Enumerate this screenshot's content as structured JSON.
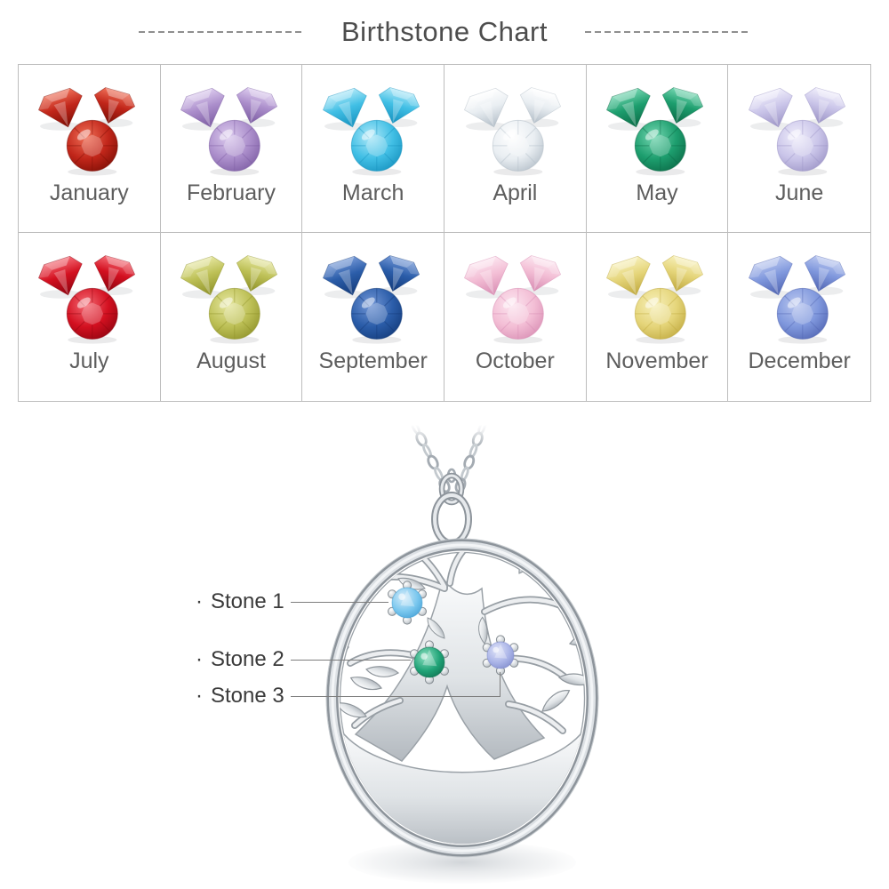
{
  "title": "Birthstone Chart",
  "decoration": {
    "dash_color": "#8f8f8f"
  },
  "birthstone_table": {
    "months": [
      {
        "name": "January",
        "main": "#c1261a",
        "dark": "#7c0e05",
        "light": "#ef6f57"
      },
      {
        "name": "February",
        "main": "#ab8ecb",
        "dark": "#7c5ca2",
        "light": "#dccbee"
      },
      {
        "name": "March",
        "main": "#41bfe5",
        "dark": "#1691be",
        "light": "#aee8f8"
      },
      {
        "name": "April",
        "main": "#e9eef2",
        "dark": "#b2bdc7",
        "light": "#ffffff"
      },
      {
        "name": "May",
        "main": "#1d9e6e",
        "dark": "#0b6a46",
        "light": "#74d6b1"
      },
      {
        "name": "June",
        "main": "#cac5e9",
        "dark": "#9b93c5",
        "light": "#f0eefb"
      },
      {
        "name": "July",
        "main": "#d31020",
        "dark": "#8e0410",
        "light": "#f46a74"
      },
      {
        "name": "August",
        "main": "#bdc056",
        "dark": "#8e9129",
        "light": "#e6e7a1"
      },
      {
        "name": "September",
        "main": "#2b5da9",
        "dark": "#133a79",
        "light": "#7397d6"
      },
      {
        "name": "October",
        "main": "#f3bed5",
        "dark": "#d88db3",
        "light": "#fce6f0"
      },
      {
        "name": "November",
        "main": "#e5d57a",
        "dark": "#c0a93f",
        "light": "#f7f0ba"
      },
      {
        "name": "December",
        "main": "#8098dd",
        "dark": "#5064b1",
        "light": "#bac7ef"
      }
    ]
  },
  "pendant": {
    "bullet": "·",
    "stones": [
      {
        "label": "Stone 1",
        "color": "#7ac7ee",
        "dark": "#3d9bd2",
        "light": "#d6ecfa"
      },
      {
        "label": "Stone 2",
        "color": "#20a377",
        "dark": "#0d6c4c",
        "light": "#8fe0c2"
      },
      {
        "label": "Stone 3",
        "color": "#a9b3e7",
        "dark": "#7a86c8",
        "light": "#e0e4f8"
      }
    ],
    "metal_color": "#d6dadd"
  }
}
